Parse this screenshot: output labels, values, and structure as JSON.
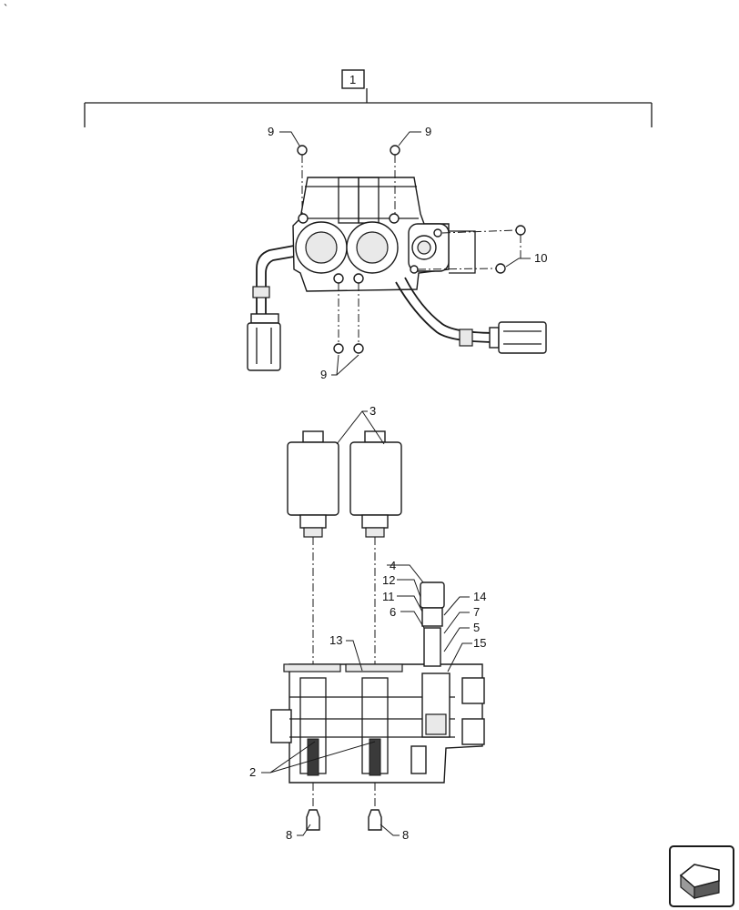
{
  "diagram": {
    "assembly_box_label": "1",
    "callouts": {
      "c2": "2",
      "c3": "3",
      "c4": "4",
      "c5": "5",
      "c6": "6",
      "c7": "7",
      "c8_left": "8",
      "c8_right": "8",
      "c9_top_left": "9",
      "c9_top_right": "9",
      "c9_bottom": "9",
      "c10": "10",
      "c11": "11",
      "c12": "12",
      "c13": "13",
      "c14": "14",
      "c15": "15"
    },
    "corner_mark": "`",
    "nav_icon": "previous-page-arrow-icon"
  }
}
